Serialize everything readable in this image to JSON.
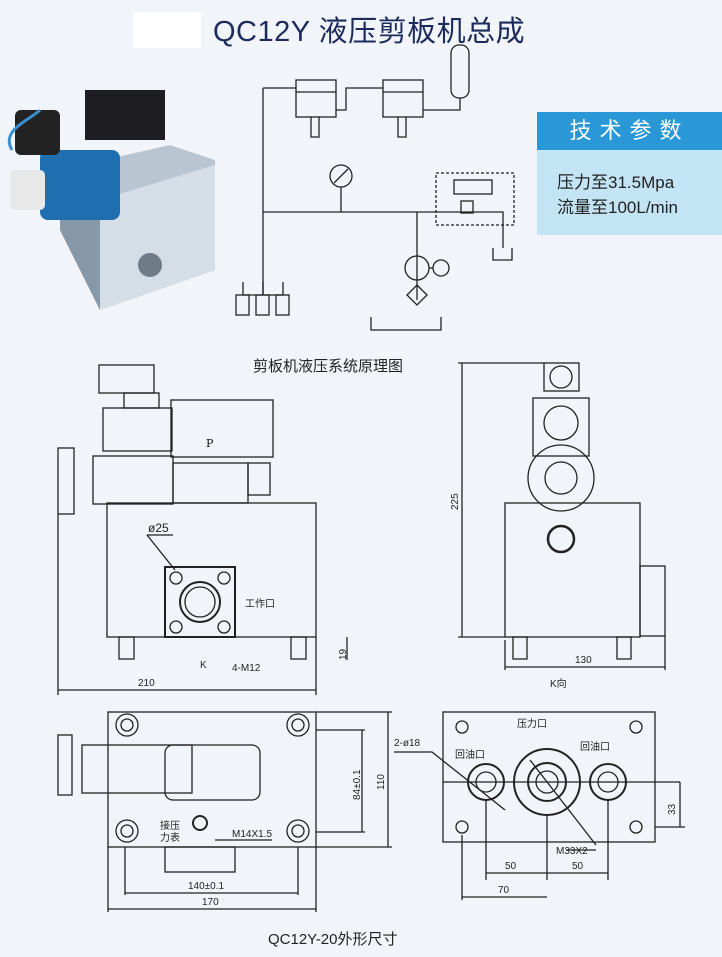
{
  "header": {
    "title": "QC12Y 液压剪板机总成"
  },
  "tech_params": {
    "heading": "技术参数",
    "lines": [
      "压力至31.5Mpa",
      "流量至100L/min"
    ]
  },
  "schematic": {
    "caption": "剪板机液压系统原理图"
  },
  "front_view": {
    "port_p": "P",
    "diameter": "ø25",
    "work_port": "工作口",
    "dim_19": "19",
    "k_arrow": "K",
    "bolts": "4-M12",
    "width": "210"
  },
  "side_view": {
    "height": "225",
    "width": "130",
    "label": "K向"
  },
  "top_view": {
    "dim_84": "84±0.1",
    "dim_110": "110",
    "gauge_port_1": "接压",
    "gauge_port_2": "力表",
    "thread": "M14X1.5",
    "dim_140": "140±0.1",
    "dim_170": "170"
  },
  "bottom_view": {
    "pressure_port": "压力口",
    "return_left": "回油口",
    "return_right": "回油口",
    "holes": "2-ø18",
    "dim_33": "33",
    "thread": "M33X2",
    "dim_50a": "50",
    "dim_50b": "50",
    "dim_70": "70"
  },
  "footer": {
    "caption": "QC12Y-20外形尺寸"
  },
  "colors": {
    "title": "#1c2b5c",
    "tech_header": "#2a98d6",
    "tech_body": "#c3e4f4"
  }
}
